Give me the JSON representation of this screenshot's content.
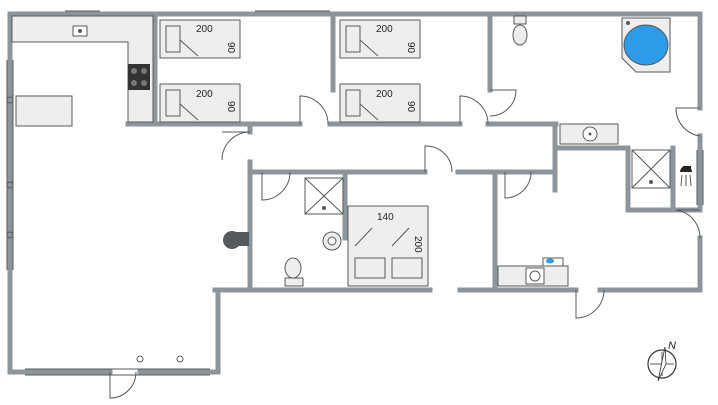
{
  "plan": {
    "bed_labels": {
      "bedroom_1_top_length": "200",
      "bedroom_1_top_width": "90",
      "bedroom_1_bottom_length": "200",
      "bedroom_1_bottom_width": "90",
      "bedroom_2_top_length": "200",
      "bedroom_2_top_width": "90",
      "bedroom_2_bottom_length": "200",
      "bedroom_2_bottom_width": "90",
      "double_bed_length": "140",
      "double_bed_width": "200"
    },
    "compass_label": "N",
    "colors": {
      "wall": "#8e959a",
      "line": "#555a5e",
      "whirlpool": "#2e9be8",
      "fixture": "#eeeeee"
    },
    "icons": [
      "sink-icon",
      "stove-icon",
      "toilet-icon",
      "whirlpool-icon",
      "shower-icon",
      "shower-head-icon",
      "fireplace-icon",
      "washing-machine-icon",
      "compass-icon"
    ]
  }
}
